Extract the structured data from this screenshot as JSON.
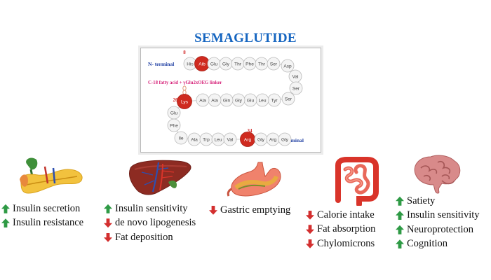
{
  "title": "SEMAGLUTIDE",
  "peptide": {
    "n_terminal_label": "N- terminal",
    "c_terminal_label": "C- terminal",
    "linker_label": "C-18 fatty acid + γGlu2xOEG linker",
    "position_labels": [
      "8",
      "26",
      "34"
    ],
    "residues": [
      "His",
      "Aib",
      "Glu",
      "Gly",
      "Thr",
      "Phe",
      "Thr",
      "Ser",
      "Asp",
      "Val",
      "Ser",
      "Ser",
      "Tyr",
      "Leu",
      "Glu",
      "Gly",
      "Gln",
      "Ala",
      "Ala",
      "Lys",
      "Glu",
      "Phe",
      "Ile",
      "Ala",
      "Trp",
      "Leu",
      "Val",
      "Arg",
      "Gly",
      "Arg",
      "Gly"
    ],
    "highlighted_residues": [
      "Aib",
      "Lys",
      "Arg"
    ],
    "residue_fill": "#f4f4f4",
    "highlight_fill": "#cf2a1f",
    "n_terminal_color": "#1f3fa3",
    "linker_color": "#d6247a",
    "position_label_color": "#d32f2f"
  },
  "groups": [
    {
      "organ_icon": "pancreas-icon",
      "effects": [
        {
          "direction": "up",
          "text": "Insulin secretion"
        },
        {
          "direction": "up",
          "text": "Insulin resistance"
        }
      ]
    },
    {
      "organ_icon": "liver-icon",
      "effects": [
        {
          "direction": "up",
          "text": "Insulin sensitivity"
        },
        {
          "direction": "down",
          "text": "de novo lipogenesis"
        },
        {
          "direction": "down",
          "text": "Fat deposition"
        }
      ]
    },
    {
      "organ_icon": "stomach-icon",
      "effects": [
        {
          "direction": "down",
          "text": "Gastric emptying"
        }
      ]
    },
    {
      "organ_icon": "intestine-icon",
      "effects": [
        {
          "direction": "down",
          "text": "Calorie intake"
        },
        {
          "direction": "down",
          "text": "Fat absorption"
        },
        {
          "direction": "down",
          "text": "Chylomicrons"
        }
      ]
    },
    {
      "organ_icon": "brain-icon",
      "effects": [
        {
          "direction": "up",
          "text": "Satiety"
        },
        {
          "direction": "up",
          "text": "Insulin sensitivity"
        },
        {
          "direction": "up",
          "text": "Neuroprotection"
        },
        {
          "direction": "up",
          "text": "Cognition"
        }
      ]
    }
  ],
  "colors": {
    "title": "#1565c0",
    "arrow_up": "#2e9a45",
    "arrow_down": "#d32f2f"
  }
}
